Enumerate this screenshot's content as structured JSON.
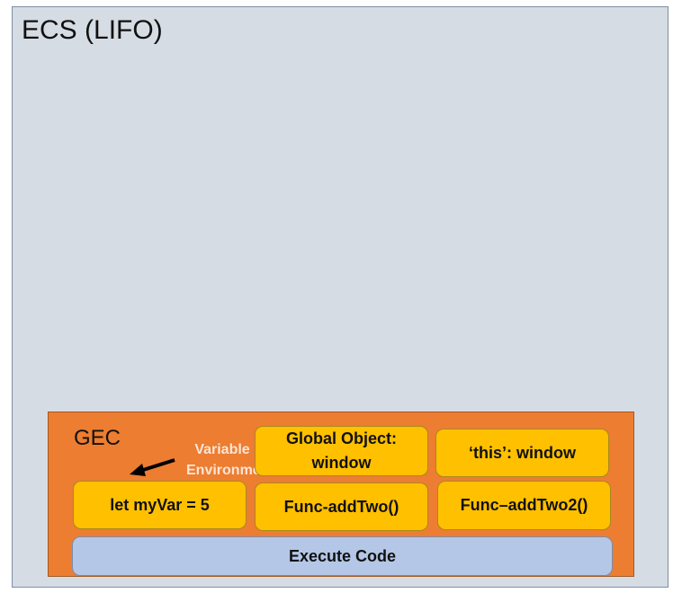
{
  "ecs": {
    "title": "ECS (LIFO)"
  },
  "gec": {
    "title": "GEC",
    "variable_environment_label": "Variable Environment",
    "boxes": {
      "global_object_line1": "Global Object:",
      "global_object_line2": "window",
      "this_binding": "‘this’: window",
      "let_myvar": "let myVar = 5",
      "func_addtwo": "Func-addTwo()",
      "func_addtwo2": "Func–addTwo2()"
    },
    "execute_code": "Execute Code"
  },
  "colors": {
    "ecs_background": "#d6dce4",
    "gec_background": "#ed7d31",
    "box_background": "#ffc000",
    "execute_background": "#b4c7e7",
    "variable_environment_text": "#fbe5d6"
  },
  "icons": {
    "pointer": "arrow-left-icon"
  }
}
